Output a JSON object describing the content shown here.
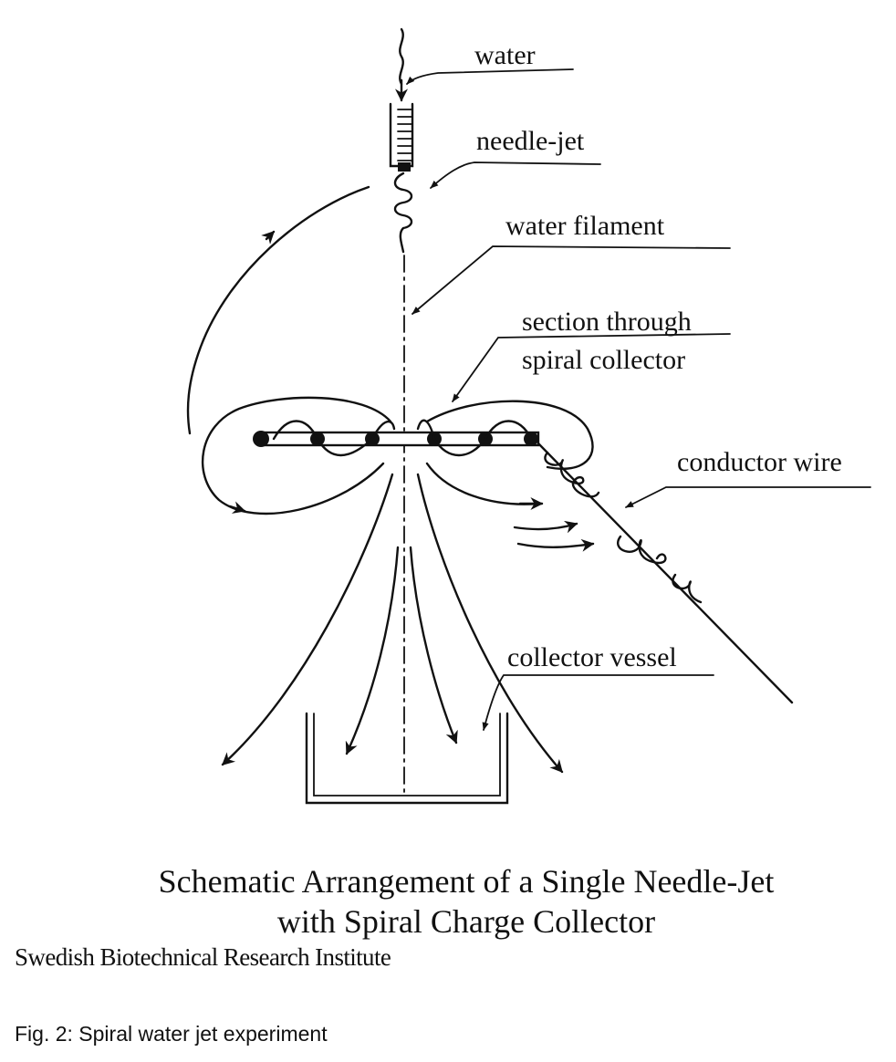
{
  "labels": {
    "water": "water",
    "needle_jet": "needle-jet",
    "water_filament": "water filament",
    "section_line1": "section through",
    "section_line2": "spiral collector",
    "conductor_wire": "conductor wire",
    "collector_vessel": "collector vessel"
  },
  "caption": {
    "line1": "Schematic Arrangement of a Single Needle-Jet",
    "line2": "with Spiral Charge Collector"
  },
  "source": "Swedish Biotechnical Research Institute",
  "figure_label": "Fig. 2: Spiral water jet experiment"
}
